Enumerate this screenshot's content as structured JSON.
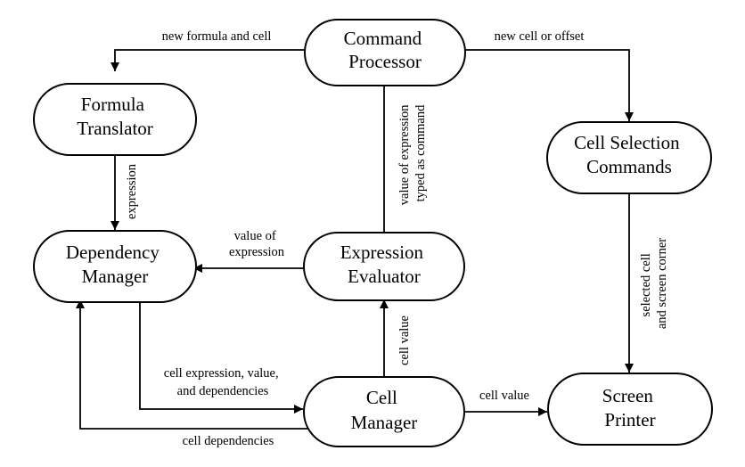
{
  "nodes": {
    "command_processor": {
      "lines": [
        "Command",
        "Processor"
      ]
    },
    "formula_translator": {
      "lines": [
        "Formula",
        "Translator"
      ]
    },
    "cell_selection_commands": {
      "lines": [
        "Cell Selection",
        "Commands"
      ]
    },
    "dependency_manager": {
      "lines": [
        "Dependency",
        "Manager"
      ]
    },
    "expression_evaluator": {
      "lines": [
        "Expression",
        "Evaluator"
      ]
    },
    "cell_manager": {
      "lines": [
        "Cell",
        "Manager"
      ]
    },
    "screen_printer": {
      "lines": [
        "Screen",
        "Printer"
      ]
    }
  },
  "edges": {
    "new_formula_and_cell": [
      "new formula and cell"
    ],
    "new_cell_or_offset": [
      "new cell or offset"
    ],
    "expression": [
      "expression"
    ],
    "value_typed_as_command": [
      "value of expression",
      "typed as command"
    ],
    "value_of_expression": [
      "value of",
      "expression"
    ],
    "selected_cell_screen_corner": [
      "selected cell",
      "and screen corner"
    ],
    "cell_value_up": [
      "cell value"
    ],
    "cell_expression_value_deps": [
      "cell expression, value,",
      "and dependencies"
    ],
    "cell_value_right": [
      "cell value"
    ],
    "cell_dependencies": [
      "cell dependencies"
    ]
  }
}
